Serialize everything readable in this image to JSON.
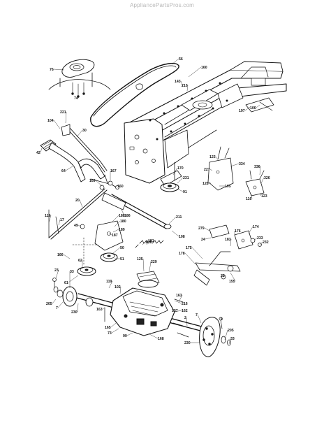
{
  "watermark": "AppliancePartsPros.com",
  "parts": [
    {
      "id": "p76",
      "label": "76"
    },
    {
      "id": "p56",
      "label": "56"
    },
    {
      "id": "p160",
      "label": "160"
    },
    {
      "id": "p74",
      "label": "74"
    },
    {
      "id": "p143",
      "label": "143"
    },
    {
      "id": "p210",
      "label": "210"
    },
    {
      "id": "p197",
      "label": "197"
    },
    {
      "id": "p106",
      "label": "106"
    },
    {
      "id": "p221",
      "label": "221"
    },
    {
      "id": "p104",
      "label": "104"
    },
    {
      "id": "p30",
      "label": "30"
    },
    {
      "id": "p42",
      "label": "42"
    },
    {
      "id": "p64",
      "label": "64"
    },
    {
      "id": "p123a",
      "label": "123"
    },
    {
      "id": "p334",
      "label": "334"
    },
    {
      "id": "p227",
      "label": "227"
    },
    {
      "id": "p170",
      "label": "170"
    },
    {
      "id": "p128",
      "label": "128"
    },
    {
      "id": "p336",
      "label": "336"
    },
    {
      "id": "p231",
      "label": "231"
    },
    {
      "id": "p326",
      "label": "326"
    },
    {
      "id": "p105",
      "label": "105"
    },
    {
      "id": "p169",
      "label": "169"
    },
    {
      "id": "p167",
      "label": "167"
    },
    {
      "id": "p160b",
      "label": "160"
    },
    {
      "id": "p91",
      "label": "91"
    },
    {
      "id": "p116",
      "label": "116"
    },
    {
      "id": "p123b",
      "label": "123"
    },
    {
      "id": "p20",
      "label": "20"
    },
    {
      "id": "p49",
      "label": "49"
    },
    {
      "id": "p119",
      "label": "119"
    },
    {
      "id": "p17",
      "label": "17"
    },
    {
      "id": "p188",
      "label": "188"
    },
    {
      "id": "p180",
      "label": "180"
    },
    {
      "id": "p186",
      "label": "186"
    },
    {
      "id": "p211",
      "label": "211"
    },
    {
      "id": "p279",
      "label": "279"
    },
    {
      "id": "p176",
      "label": "176"
    },
    {
      "id": "p174",
      "label": "174"
    },
    {
      "id": "p189",
      "label": "189"
    },
    {
      "id": "p187",
      "label": "187"
    },
    {
      "id": "p181",
      "label": "181"
    },
    {
      "id": "p108",
      "label": "108"
    },
    {
      "id": "p24",
      "label": "24"
    },
    {
      "id": "p183",
      "label": "183"
    },
    {
      "id": "p233",
      "label": "233"
    },
    {
      "id": "p232",
      "label": "232"
    },
    {
      "id": "p166",
      "label": "166"
    },
    {
      "id": "p50",
      "label": "50"
    },
    {
      "id": "p51",
      "label": "51"
    },
    {
      "id": "p178",
      "label": "178"
    },
    {
      "id": "p175",
      "label": "175"
    },
    {
      "id": "p23",
      "label": "23"
    },
    {
      "id": "p62",
      "label": "62"
    },
    {
      "id": "p61",
      "label": "61"
    },
    {
      "id": "p125",
      "label": "125"
    },
    {
      "id": "p229",
      "label": "229"
    },
    {
      "id": "p22",
      "label": "22"
    },
    {
      "id": "p155",
      "label": "155"
    },
    {
      "id": "p33",
      "label": "33"
    },
    {
      "id": "p119b",
      "label": "119"
    },
    {
      "id": "p102",
      "label": "102"
    },
    {
      "id": "p205",
      "label": "205"
    },
    {
      "id": "p7",
      "label": "7"
    },
    {
      "id": "p230",
      "label": "230"
    },
    {
      "id": "p163",
      "label": "163"
    },
    {
      "id": "p163b",
      "label": "163"
    },
    {
      "id": "p216",
      "label": "216"
    },
    {
      "id": "p162",
      "label": "162"
    },
    {
      "id": "p2",
      "label": "2"
    },
    {
      "id": "p165",
      "label": "165"
    },
    {
      "id": "p73",
      "label": "73"
    },
    {
      "id": "p99",
      "label": "99"
    },
    {
      "id": "p168",
      "label": "168"
    },
    {
      "id": "p230b",
      "label": "230"
    },
    {
      "id": "p9",
      "label": "9"
    },
    {
      "id": "p205b",
      "label": "205"
    },
    {
      "id": "p33b",
      "label": "33"
    },
    {
      "id": "p7b",
      "label": "7"
    },
    {
      "id": "p161",
      "label": "161"
    },
    {
      "id": "p137",
      "label": "137"
    }
  ]
}
